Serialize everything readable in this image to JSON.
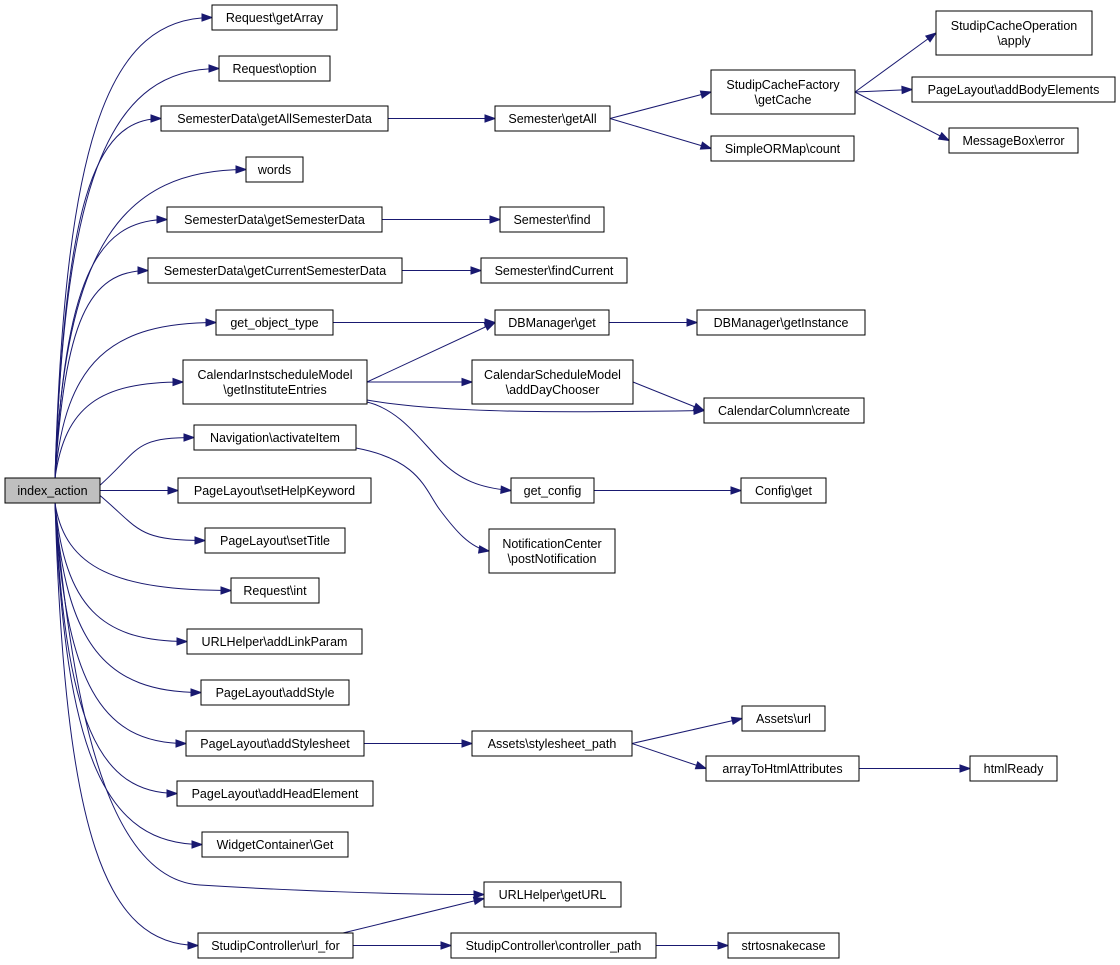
{
  "diagram": {
    "kind": "call-graph",
    "edge_color": "#191970",
    "root_fill": "#bfbfbf",
    "nodes": {
      "index_action": [
        "index_action"
      ],
      "req_getArray": [
        "Request\\getArray"
      ],
      "req_option": [
        "Request\\option"
      ],
      "sd_getAll": [
        "SemesterData\\getAllSemesterData"
      ],
      "words": [
        "words"
      ],
      "sd_getSem": [
        "SemesterData\\getSemesterData"
      ],
      "sd_getCur": [
        "SemesterData\\getCurrentSemesterData"
      ],
      "get_object_type": [
        "get_object_type"
      ],
      "cal_inst": [
        "CalendarInstscheduleModel",
        "\\getInstituteEntries"
      ],
      "nav_activate": [
        "Navigation\\activateItem"
      ],
      "pl_help": [
        "PageLayout\\setHelpKeyword"
      ],
      "pl_title": [
        "PageLayout\\setTitle"
      ],
      "req_int": [
        "Request\\int"
      ],
      "url_addLink": [
        "URLHelper\\addLinkParam"
      ],
      "pl_addStyle": [
        "PageLayout\\addStyle"
      ],
      "pl_addSheet": [
        "PageLayout\\addStylesheet"
      ],
      "pl_addHead": [
        "PageLayout\\addHeadElement"
      ],
      "widget_get": [
        "WidgetContainer\\Get"
      ],
      "url_getURL": [
        "URLHelper\\getURL"
      ],
      "sc_url_for": [
        "StudipController\\url_for"
      ],
      "sem_getAll": [
        "Semester\\getAll"
      ],
      "sem_find": [
        "Semester\\find"
      ],
      "sem_findCur": [
        "Semester\\findCurrent"
      ],
      "db_get": [
        "DBManager\\get"
      ],
      "cal_sched": [
        "CalendarScheduleModel",
        "\\addDayChooser"
      ],
      "get_config": [
        "get_config"
      ],
      "notif": [
        "NotificationCenter",
        "\\postNotification"
      ],
      "assets_sheet": [
        "Assets\\stylesheet_path"
      ],
      "sc_ctrl_path": [
        "StudipController\\controller_path"
      ],
      "cache_factory": [
        "StudipCacheFactory",
        "\\getCache"
      ],
      "orm_count": [
        "SimpleORMap\\count"
      ],
      "db_inst": [
        "DBManager\\getInstance"
      ],
      "cal_col": [
        "CalendarColumn\\create"
      ],
      "config_get": [
        "Config\\get"
      ],
      "assets_url": [
        "Assets\\url"
      ],
      "arr_html": [
        "arrayToHtmlAttributes"
      ],
      "strtosnake": [
        "strtosnakecase"
      ],
      "cache_apply": [
        "StudipCacheOperation",
        "\\apply"
      ],
      "pl_body": [
        "PageLayout\\addBodyElements"
      ],
      "msg_error": [
        "MessageBox\\error"
      ],
      "html_ready": [
        "htmlReady"
      ]
    },
    "edges": [
      [
        "index_action",
        "req_getArray"
      ],
      [
        "index_action",
        "req_option"
      ],
      [
        "index_action",
        "sd_getAll"
      ],
      [
        "index_action",
        "words"
      ],
      [
        "index_action",
        "sd_getSem"
      ],
      [
        "index_action",
        "sd_getCur"
      ],
      [
        "index_action",
        "get_object_type"
      ],
      [
        "index_action",
        "cal_inst"
      ],
      [
        "index_action",
        "nav_activate"
      ],
      [
        "index_action",
        "pl_help"
      ],
      [
        "index_action",
        "pl_title"
      ],
      [
        "index_action",
        "req_int"
      ],
      [
        "index_action",
        "url_addLink"
      ],
      [
        "index_action",
        "pl_addStyle"
      ],
      [
        "index_action",
        "pl_addSheet"
      ],
      [
        "index_action",
        "pl_addHead"
      ],
      [
        "index_action",
        "widget_get"
      ],
      [
        "index_action",
        "url_getURL"
      ],
      [
        "index_action",
        "sc_url_for"
      ],
      [
        "sd_getAll",
        "sem_getAll"
      ],
      [
        "sem_getAll",
        "cache_factory"
      ],
      [
        "sem_getAll",
        "orm_count"
      ],
      [
        "cache_factory",
        "cache_apply"
      ],
      [
        "cache_factory",
        "pl_body"
      ],
      [
        "cache_factory",
        "msg_error"
      ],
      [
        "sd_getSem",
        "sem_find"
      ],
      [
        "sd_getCur",
        "sem_findCur"
      ],
      [
        "get_object_type",
        "db_get"
      ],
      [
        "db_get",
        "db_inst"
      ],
      [
        "cal_inst",
        "db_get"
      ],
      [
        "cal_inst",
        "cal_sched"
      ],
      [
        "cal_inst",
        "cal_col"
      ],
      [
        "cal_inst",
        "get_config"
      ],
      [
        "cal_sched",
        "cal_col"
      ],
      [
        "get_config",
        "config_get"
      ],
      [
        "nav_activate",
        "notif"
      ],
      [
        "pl_addSheet",
        "assets_sheet"
      ],
      [
        "assets_sheet",
        "assets_url"
      ],
      [
        "assets_sheet",
        "arr_html"
      ],
      [
        "arr_html",
        "html_ready"
      ],
      [
        "sc_url_for",
        "url_getURL"
      ],
      [
        "sc_url_for",
        "sc_ctrl_path"
      ],
      [
        "sc_ctrl_path",
        "strtosnake"
      ]
    ]
  }
}
